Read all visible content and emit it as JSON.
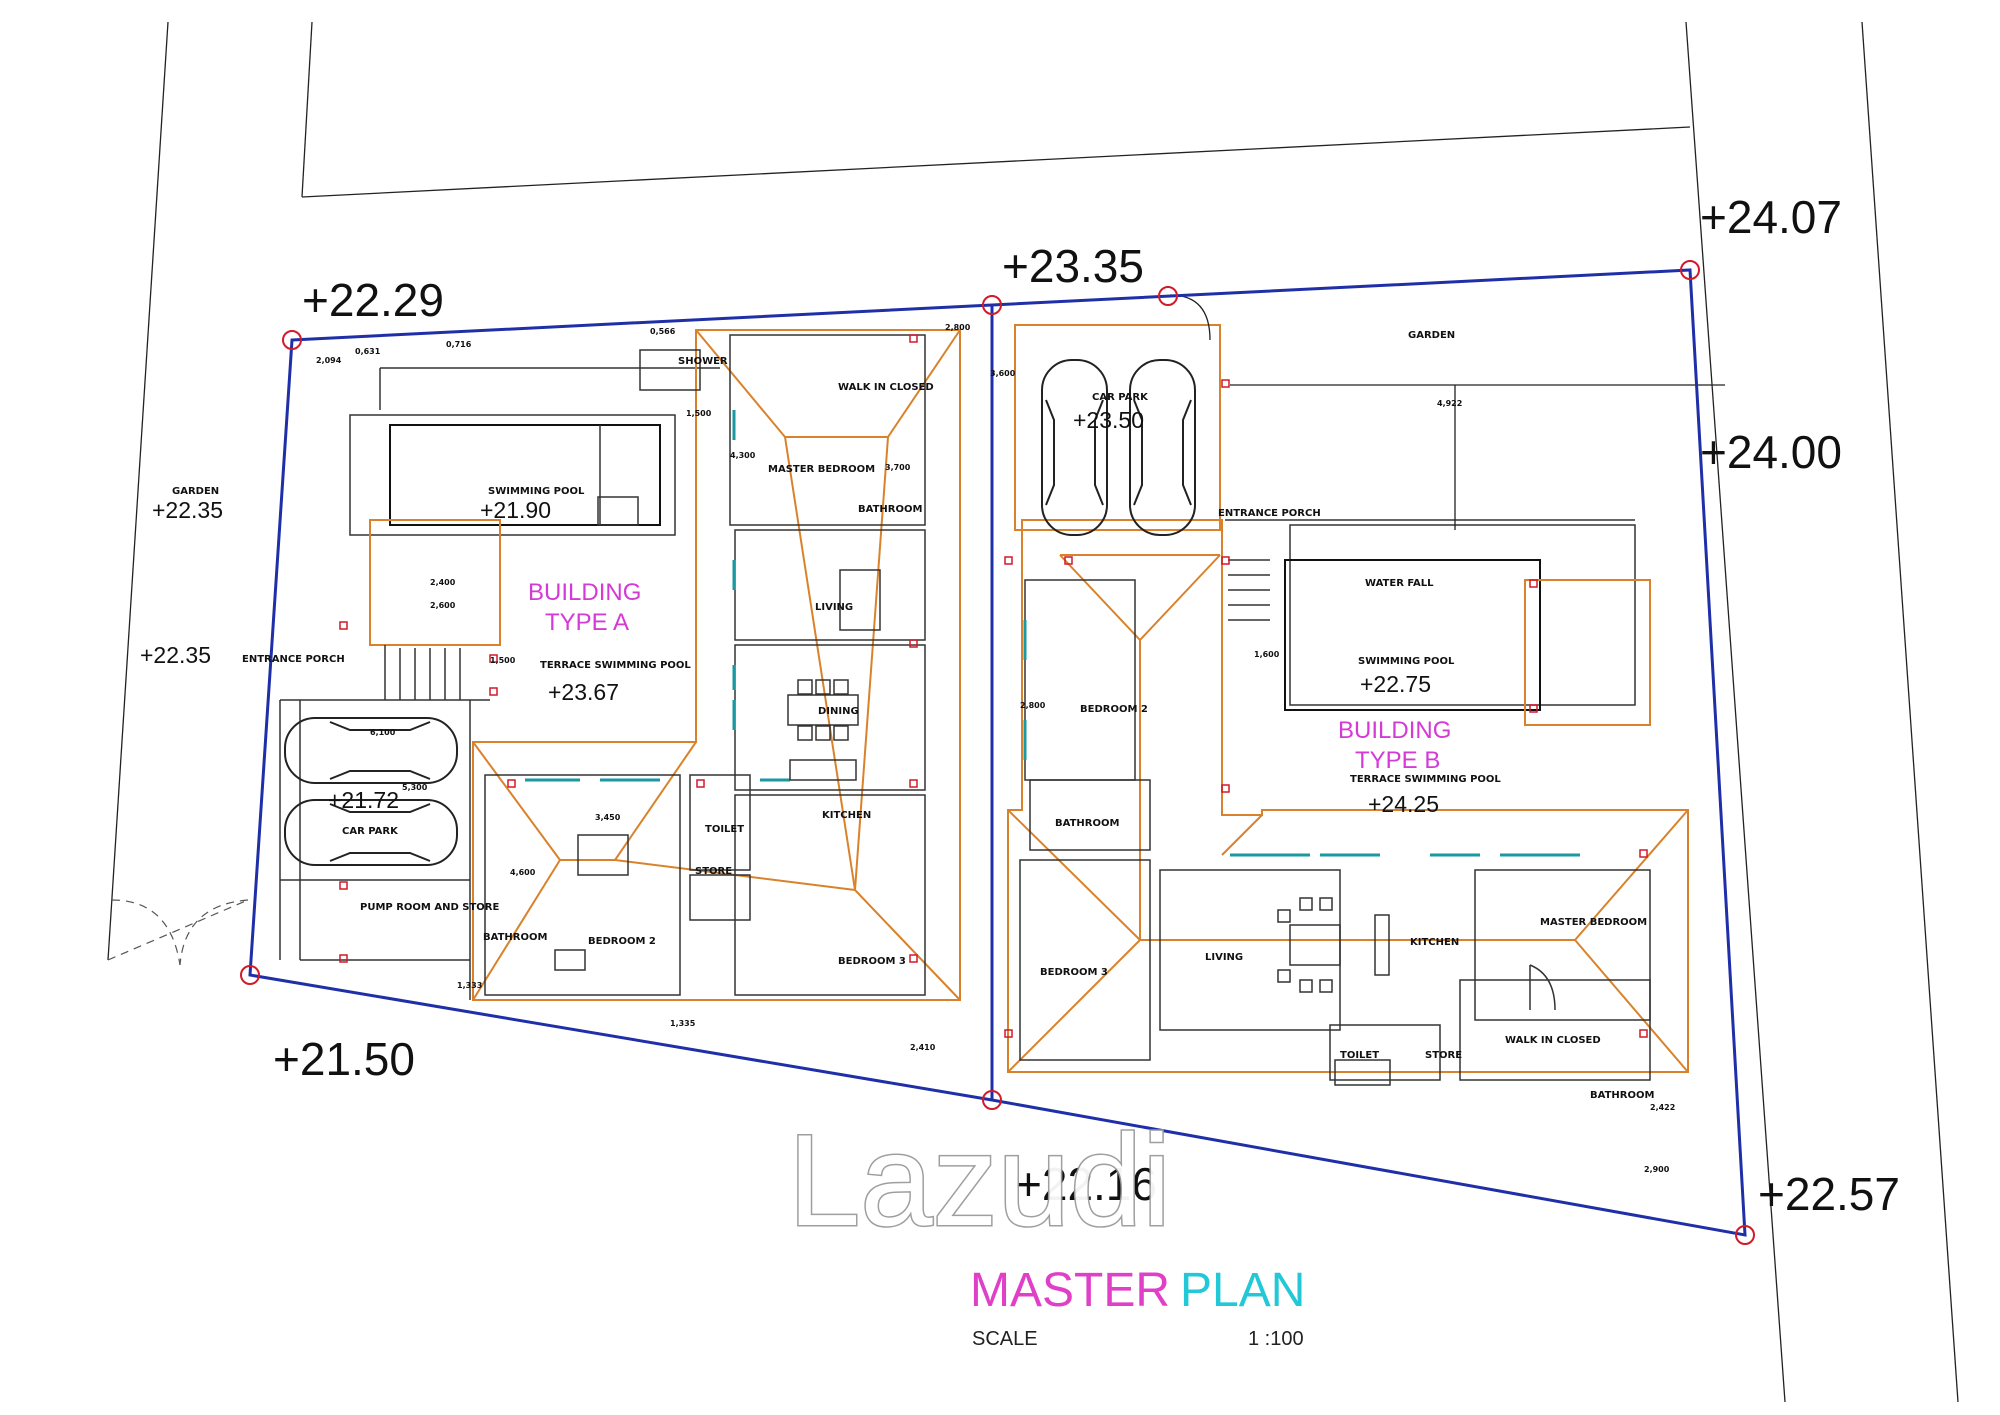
{
  "elevations": {
    "nw": "+22.29",
    "mid_top": "+23.35",
    "ne_top": "+24.07",
    "ne_mid": "+24.00",
    "sw": "+21.50",
    "mid_bottom": "+22.16",
    "se": "+22.57",
    "garden_left": "+22.35",
    "entrance_left": "+22.35"
  },
  "left_site": {
    "garden_label": "GARDEN",
    "entrance_porch": "ENTRANCE PORCH",
    "swimming_pool": "SWIMMING POOL",
    "pool_level": "+21.90",
    "car_park": "CAR PARK",
    "car_park_level": "+21.72",
    "pump_room": "PUMP ROOM AND STORE"
  },
  "building_a": {
    "name_line1": "BUILDING",
    "name_line2": "TYPE A",
    "terrace_pool": "TERRACE SWIMMING POOL",
    "terrace_level": "+23.67",
    "rooms": {
      "shower": "SHOWER",
      "walk_in_closed": "WALK IN CLOSED",
      "master_bedroom": "MASTER BEDROOM",
      "bathroom": "BATHROOM",
      "living": "LIVING",
      "dining": "DINING",
      "kitchen": "KITCHEN",
      "toilet": "TOILET",
      "store": "STORE",
      "bathroom_2": "BATHROOM",
      "bedroom_2": "BEDROOM 2",
      "bedroom_3": "BEDROOM 3"
    }
  },
  "building_b": {
    "name_line1": "BUILDING",
    "name_line2": "TYPE B",
    "garden": "GARDEN",
    "car_park": "CAR PARK",
    "car_park_level": "+23.50",
    "entrance_porch": "ENTRANCE PORCH",
    "water_fall": "WATER FALL",
    "swimming_pool": "SWIMMING POOL",
    "pool_level": "+22.75",
    "terrace_pool": "TERRACE SWIMMING POOL",
    "terrace_level": "+24.25",
    "rooms": {
      "bedroom_2": "BEDROOM 2",
      "bathroom": "BATHROOM",
      "bedroom_3": "BEDROOM 3",
      "living": "LIVING",
      "kitchen": "KITCHEN",
      "master_bedroom": "MASTER BEDROOM",
      "toilet": "TOILET",
      "store": "STORE",
      "walk_in_closed": "WALK IN CLOSED",
      "bathroom_2": "BATHROOM"
    }
  },
  "dimensions": {
    "d1": "2,094",
    "d2": "0,631",
    "d3": "0,716",
    "d4": "0,566",
    "d5": "2,800",
    "d6": "1,500",
    "d7": "3,600",
    "d8": "2,400",
    "d9": "2,600",
    "d10": "1,500",
    "d11": "6,100",
    "d12": "5,300",
    "d13": "4,300",
    "d14": "3,700",
    "d15": "4,600",
    "d16": "3,450",
    "d17": "1,333",
    "d18": "1,335",
    "d19": "2,410",
    "d20": "4,922",
    "d21": "2,422",
    "d22": "2,800",
    "d23": "2,900",
    "d24": "1,600"
  },
  "watermark": "Lazudi",
  "title": {
    "word1": "MASTER",
    "word2": "PLAN",
    "scale_label": "SCALE",
    "scale_value": "1 :100",
    "color_word1": "#e040c8",
    "color_word2": "#23c8d8"
  },
  "colors": {
    "boundary": "#1f2fa8",
    "roof_outline": "#d9822b",
    "marker": "#d11a2a",
    "building_label": "#d43ad6"
  }
}
